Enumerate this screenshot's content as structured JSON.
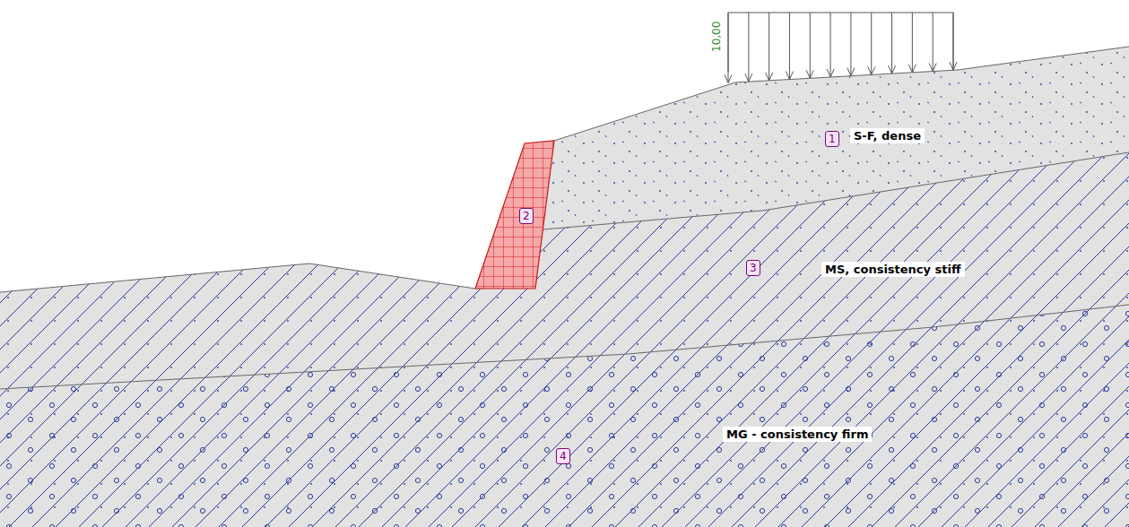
{
  "diagram": {
    "labels": [
      "10,00",
      "1",
      "S-F, dense",
      "2",
      "3",
      "MS, consistency stiff",
      "4",
      "MG - consistency firm"
    ]
  }
}
